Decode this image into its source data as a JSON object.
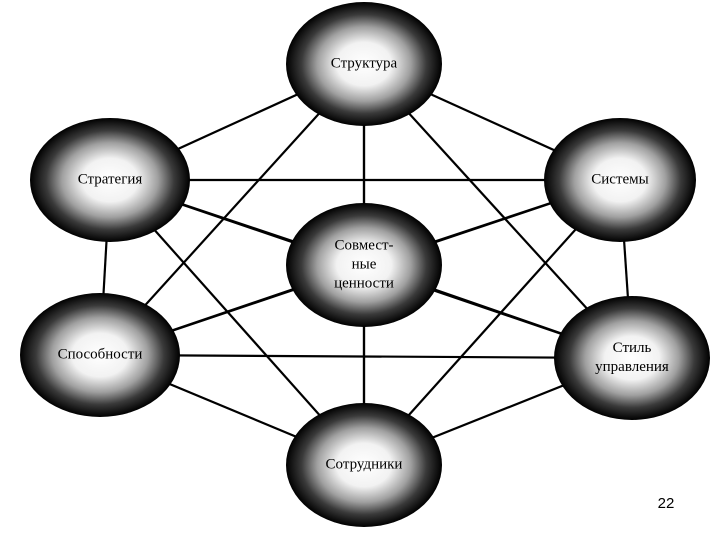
{
  "diagram": {
    "nodes": [
      {
        "id": "structure",
        "lines": [
          "Структура"
        ]
      },
      {
        "id": "strategy",
        "lines": [
          "Стратегия"
        ]
      },
      {
        "id": "systems",
        "lines": [
          "Системы"
        ]
      },
      {
        "id": "shared-values",
        "lines": [
          "Совмест-",
          "ные",
          "ценности"
        ]
      },
      {
        "id": "skills",
        "lines": [
          "Способности"
        ]
      },
      {
        "id": "style",
        "lines": [
          "Стиль",
          "управления"
        ]
      },
      {
        "id": "staff",
        "lines": [
          "Сотрудники"
        ]
      }
    ],
    "colors": {
      "node_center": "#ffffff",
      "node_edge": "#000000",
      "line": "#000000"
    }
  },
  "footer": {
    "page_number": "22"
  }
}
